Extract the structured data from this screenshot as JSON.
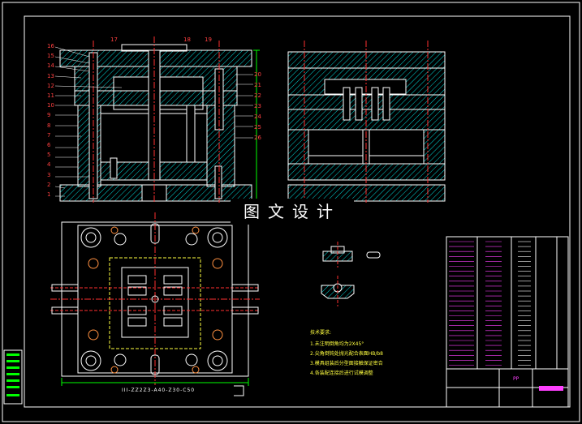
{
  "banner": {
    "text": "图文设计"
  },
  "part_numbers_left": [
    "16",
    "15",
    "14",
    "13",
    "12",
    "11",
    "10",
    "9",
    "8",
    "7",
    "6",
    "5",
    "4",
    "3",
    "2",
    "1"
  ],
  "part_numbers_top": [
    "17",
    "18",
    "19"
  ],
  "part_numbers_right": [
    "20",
    "21",
    "22",
    "23",
    "24",
    "25",
    "26"
  ],
  "technical_requirements": {
    "title": "技术要求:",
    "notes": [
      "1.未注明倒角均为2X45°",
      "2.尖角倒钝处抛光配合表面HB/b8",
      "3.模具组装后分型面接触保证密合",
      "4.各装配连接后进行试模调整"
    ]
  },
  "bottom_code": "III-ZZ2Z3-A40-Z30-C50",
  "title_block": {
    "label": "PP"
  },
  "colors": {
    "outline": "#ffffff",
    "hatch": "#00d8d8",
    "centerline": "#ff3030",
    "hidden": "#ffff40",
    "dimension": "#00ff00",
    "accent": "#ff40ff"
  }
}
